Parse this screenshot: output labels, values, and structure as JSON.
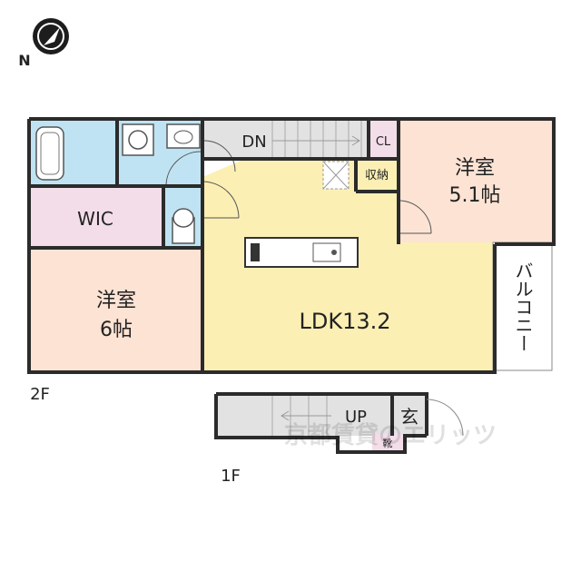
{
  "compass": {
    "north_label": "N",
    "icon": "north-compass-icon"
  },
  "floors": {
    "upper": "2F",
    "lower": "1F"
  },
  "rooms": {
    "western_right": {
      "name": "洋室",
      "size": "5.1帖"
    },
    "western_left": {
      "name": "洋室",
      "size": "6帖"
    },
    "ldk": {
      "name": "LDK13.2"
    },
    "wic": {
      "name": "WIC"
    },
    "closet": {
      "name": "CL"
    },
    "storage": {
      "name": "収納"
    },
    "balcony": {
      "name": "バルコニー"
    },
    "stairs_down": {
      "name": "DN"
    },
    "stairs_up": {
      "name": "UP"
    },
    "entrance": {
      "name": "玄"
    },
    "shoe_box": {
      "name": "靴"
    }
  },
  "watermark": "京都賃貸のエリッツ",
  "colors": {
    "wall": "#2b2b2b",
    "bath": "#bfe3f2",
    "ldk": "#fbefb4",
    "western": "#fce3d4",
    "wic": "#f3dde8",
    "closet": "#f3dde8",
    "stairs": "#e2e2e2",
    "balcony": "#ffffff"
  }
}
